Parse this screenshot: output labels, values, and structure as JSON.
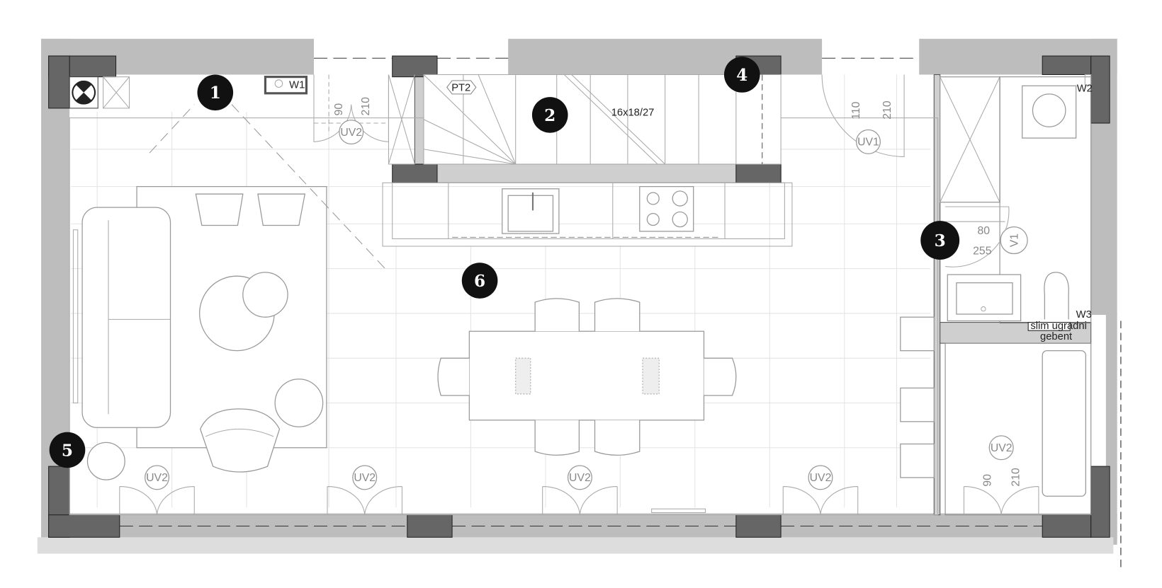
{
  "markers": [
    "1",
    "2",
    "3",
    "4",
    "5",
    "6"
  ],
  "stairs": {
    "tag": "PT2",
    "spec": "16x18/27"
  },
  "doors": {
    "uv2": "UV2",
    "uv1": "UV1",
    "v1": "V1",
    "uv2_width": "90",
    "uv2_height": "210",
    "uv1_width": "110",
    "uv1_height": "210",
    "v1_width": "80",
    "v1_height": "255"
  },
  "windows": {
    "w1": "W1",
    "w2": "W2",
    "w3": "W3"
  },
  "notes": {
    "wc_line1": "slim ugradni",
    "wc_line2": "gebent"
  }
}
